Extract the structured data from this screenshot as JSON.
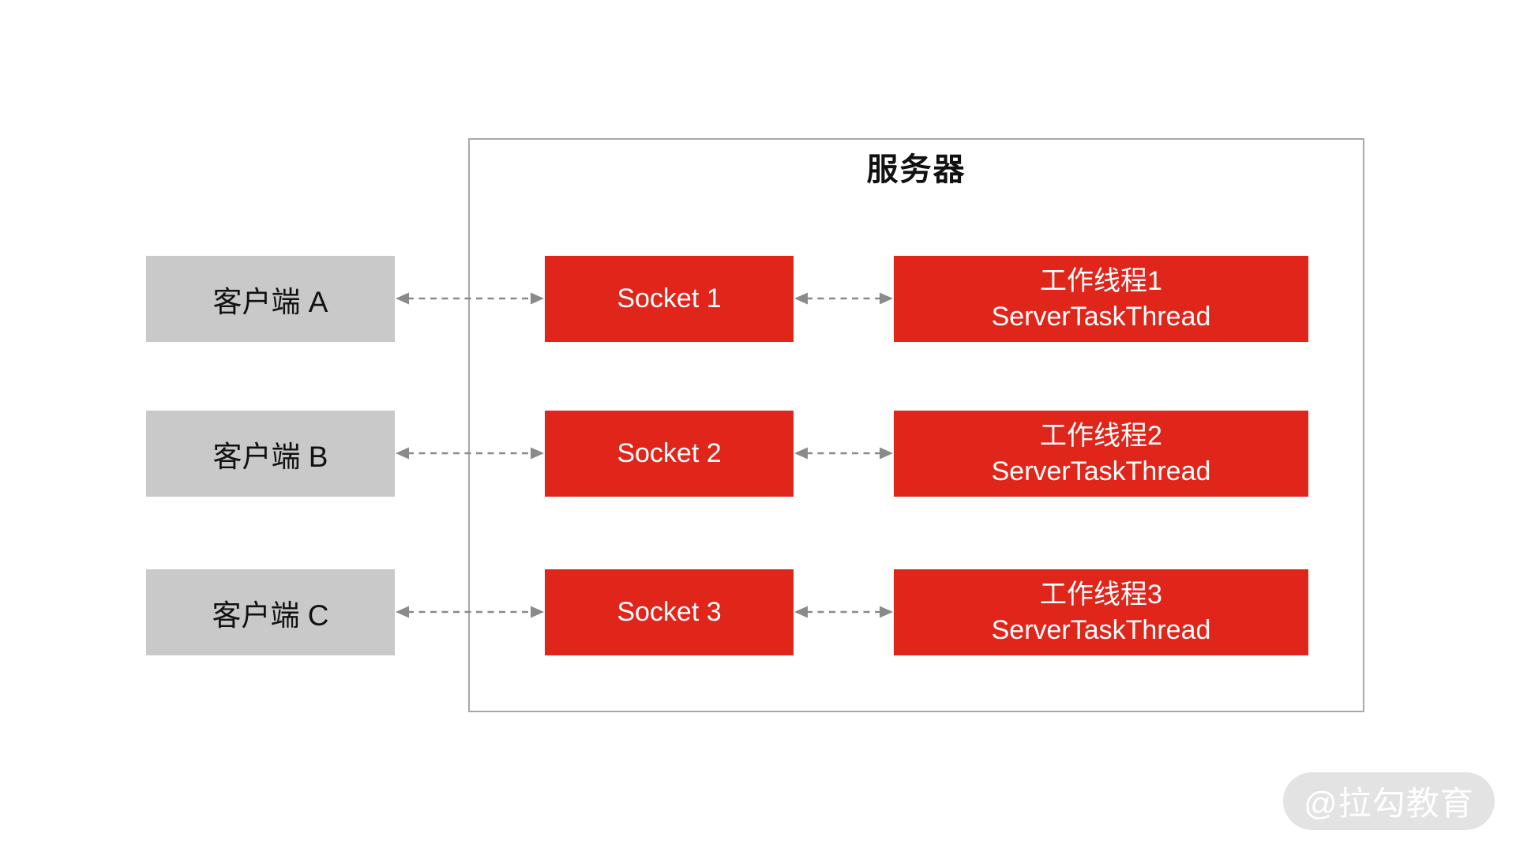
{
  "server": {
    "title": "服务器"
  },
  "rows": [
    {
      "client": "客户端 A",
      "socket": "Socket 1",
      "worker_line1": "工作线程1",
      "worker_line2": "ServerTaskThread"
    },
    {
      "client": "客户端 B",
      "socket": "Socket 2",
      "worker_line1": "工作线程2",
      "worker_line2": "ServerTaskThread"
    },
    {
      "client": "客户端 C",
      "socket": "Socket 3",
      "worker_line1": "工作线程3",
      "worker_line2": "ServerTaskThread"
    }
  ],
  "watermark": "@拉勾教育",
  "colors": {
    "box_red": "#E0251A",
    "box_gray": "#C9C9C9",
    "border_gray": "#A8A8A8",
    "arrow_gray": "#8A8A8A",
    "text_dark": "#111111",
    "watermark_bg": "#E3E3E3",
    "watermark_text": "#FFFFFF"
  }
}
